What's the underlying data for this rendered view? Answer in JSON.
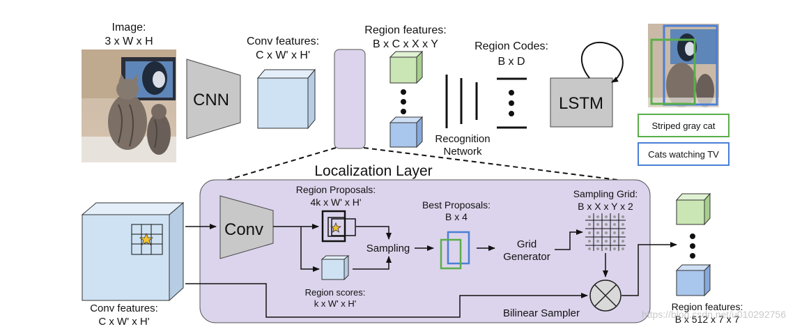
{
  "top": {
    "image_label_1": "Image:",
    "image_label_2": "3 x W x H",
    "cnn": "CNN",
    "conv_features_1": "Conv features:",
    "conv_features_2": "C x W' x H'",
    "region_features_1": "Region features:",
    "region_features_2": "B x C x X x Y",
    "region_codes_1": "Region Codes:",
    "region_codes_2": "B x D",
    "recognition_1": "Recognition",
    "recognition_2": "Network",
    "lstm": "LSTM",
    "caption_1": "Striped gray cat",
    "caption_2": "Cats watching TV"
  },
  "localization": {
    "title": "Localization Layer",
    "conv": "Conv",
    "proposals_1": "Region Proposals:",
    "proposals_2": "4k x W' x H'",
    "scores_1": "Region scores:",
    "scores_2": "k x W' x H'",
    "sampling": "Sampling",
    "best_1": "Best Proposals:",
    "best_2": "B x 4",
    "grid_gen_1": "Grid",
    "grid_gen_2": "Generator",
    "grid_1": "Sampling Grid:",
    "grid_2": "B x X x Y x 2",
    "bilinear": "Bilinear Sampler"
  },
  "bottom": {
    "conv_features_1": "Conv features:",
    "conv_features_2": "C x W' x H'",
    "region_features_1": "Region features:",
    "region_features_2": "B x 512 x 7 x 7"
  },
  "watermark": "https://blog.csdn.net/u010292756",
  "colors": {
    "green_box": "#5aae4a",
    "blue_box": "#4a7fd6",
    "panel": "#dcd4ec",
    "cube_blue": "#cfe2f3",
    "cube_green": "#c9e6b4",
    "cube_deep_blue": "#a9c6ec",
    "trapezoid": "#c8c8c8"
  }
}
